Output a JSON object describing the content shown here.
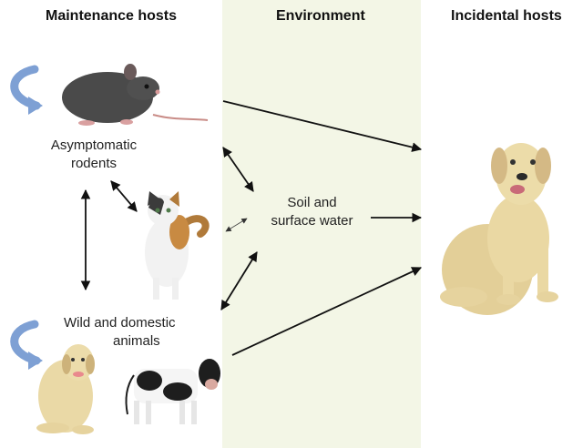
{
  "headers": {
    "maintenance": "Maintenance hosts",
    "environment": "Environment",
    "incidental": "Incidental hosts"
  },
  "labels": {
    "rodents_line1": "Asymptomatic",
    "rodents_line2": "rodents",
    "animals_line1": "Wild and domestic",
    "animals_line2": "animals",
    "environment_line1": "Soil and",
    "environment_line2": "surface water"
  },
  "images": [
    "rat",
    "cat",
    "dog",
    "cow",
    "dog-large"
  ],
  "colors": {
    "environment_band": "#f3f6e6",
    "cycle_arrow": "#7ea0d4",
    "arrow": "#111111"
  }
}
